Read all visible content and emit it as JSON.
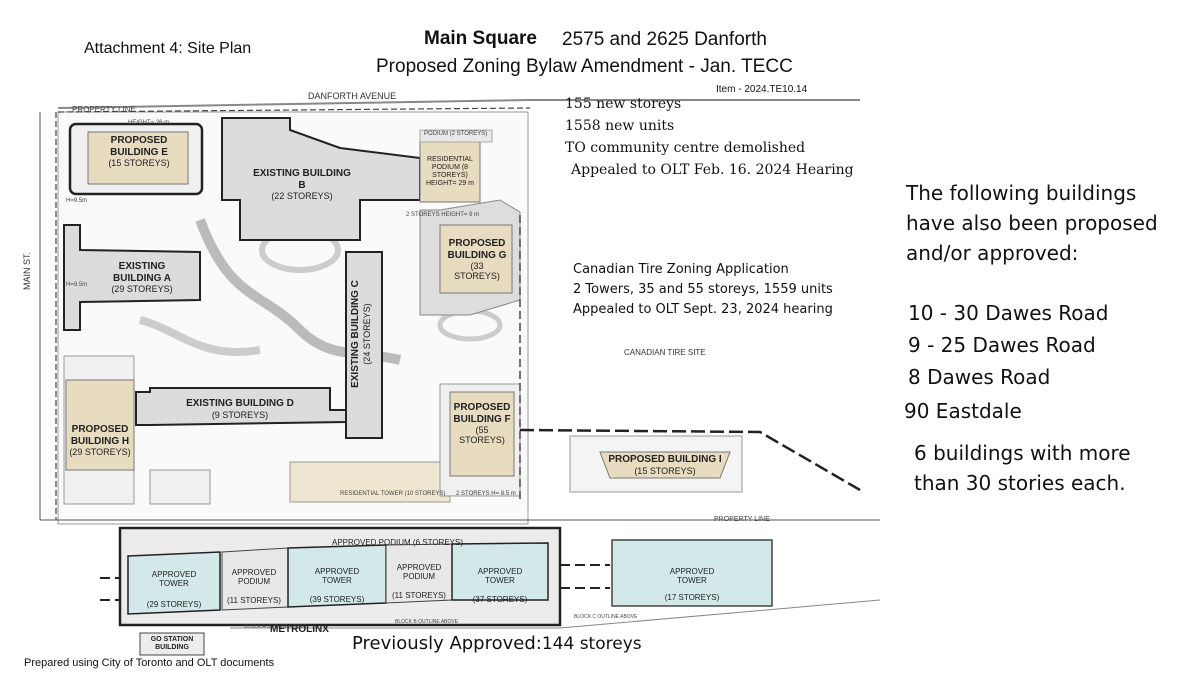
{
  "header": {
    "attachment": "Attachment 4: Site Plan",
    "project": "Main Square",
    "address": "2575 and 2625 Danforth",
    "subtitle": "Proposed Zoning Bylaw Amendment  - Jan. TECC",
    "item": "Item - 2024.TE10.14"
  },
  "main_square_notes": [
    "155 new storeys",
    "1558 new units",
    "TO community centre demolished",
    "Appealed to OLT Feb. 16. 2024 Hearing"
  ],
  "canadian_tire_notes": [
    "Canadian Tire Zoning Application",
    "2 Towers, 35 and 55 storeys, 1559 units",
    "Appealed to OLT Sept. 23, 2024 hearing"
  ],
  "side_panel": {
    "intro": [
      "The following buildings",
      "have also been proposed",
      "and/or approved:"
    ],
    "addresses": [
      "10 - 30 Dawes Road",
      "9 - 25 Dawes Road",
      "8 Dawes Road",
      "90 Eastdale"
    ],
    "summary": [
      "6 buildings with more",
      "than 30 stories each."
    ]
  },
  "map": {
    "streets": {
      "danforth": "DANFORTH AVENUE",
      "main": "MAIN ST.",
      "property_line": "PROPERTY LINE",
      "property_line_2": "PROPERTY LINE",
      "canadian_tire_site": "CANADIAN TIRE SITE",
      "metrolinx": "METROLINX"
    },
    "buildings": {
      "e": {
        "name": [
          "PROPOSED",
          "BUILDING E"
        ],
        "storeys": "(15 STOREYS)"
      },
      "b": {
        "name": "EXISTING BUILDING B",
        "storeys": "(22 STOREYS)"
      },
      "a": {
        "name": [
          "EXISTING",
          "BUILDING A"
        ],
        "storeys": "(29 STOREYS)"
      },
      "c": {
        "name": "EXISTING BUILDING C",
        "storeys": "(24 STOREYS)"
      },
      "g": {
        "name": [
          "PROPOSED",
          "BUILDING G"
        ],
        "storeys": [
          "(33",
          "STOREYS)"
        ]
      },
      "d": {
        "name": "EXISTING BUILDING D",
        "storeys": "(9 STOREYS)"
      },
      "h": {
        "name": [
          "PROPOSED",
          "BUILDING H"
        ],
        "storeys": "(29 STOREYS)"
      },
      "f": {
        "name": [
          "PROPOSED",
          "BUILDING F"
        ],
        "storeys": [
          "(55",
          "STOREYS)"
        ]
      },
      "i": {
        "name": "PROPOSED BUILDING I",
        "storeys": "(15 STOREYS)"
      },
      "podium": {
        "name": [
          "RESIDENTIAL",
          "PODIUM (8",
          "STOREYS)"
        ],
        "height": "HEIGHT= 29 m"
      },
      "res_tower": "RESIDENTIAL TOWER (10 STOREYS)"
    },
    "small_labels": {
      "height_26": "HEIGHT= 26 m",
      "podium_2": "PODIUM (2 STOREYS)",
      "two_storeys_9": "2 STOREYS HEIGHT= 9 m",
      "two_storeys_f": "2 STOREYS H= 8.5 m",
      "h95": "H=9.5m",
      "h95b": "H=9.5m"
    },
    "approved": {
      "podium_top": "APPROVED PODIUM (6 STOREYS)",
      "blocks": [
        {
          "label": [
            "APPROVED",
            "TOWER"
          ],
          "storeys": "(29 STOREYS)"
        },
        {
          "label": [
            "APPROVED",
            "PODIUM"
          ],
          "storeys": "(11 STOREYS)"
        },
        {
          "label": [
            "APPROVED",
            "TOWER"
          ],
          "storeys": "(39 STOREYS)"
        },
        {
          "label": [
            "APPROVED",
            "PODIUM"
          ],
          "storeys": "(11 STOREYS)"
        },
        {
          "label": [
            "APPROVED",
            "TOWER"
          ],
          "storeys": "(37 STOREYS)"
        },
        {
          "label": [
            "APPROVED",
            "TOWER"
          ],
          "storeys": "(17 STOREYS)"
        }
      ],
      "go_station": [
        "GO STATION",
        "BUILDING"
      ],
      "block_a": "BLOCK A OUTLINE ABOVE",
      "block_b": "BLOCK B OUTLINE ABOVE",
      "block_c": "BLOCK C OUTLINE ABOVE"
    }
  },
  "footer": {
    "previously_approved": "Previously Approved:",
    "previously_approved_value": "144 storeys",
    "prepared": "Prepared using City of Toronto and OLT documents"
  },
  "colors": {
    "proposed_fill": "#e8dcc0",
    "existing_fill": "#dcdcdc",
    "approved_fill": "#d3e8e8",
    "road_fill": "#f2f2f2",
    "building_stroke": "#222222"
  }
}
